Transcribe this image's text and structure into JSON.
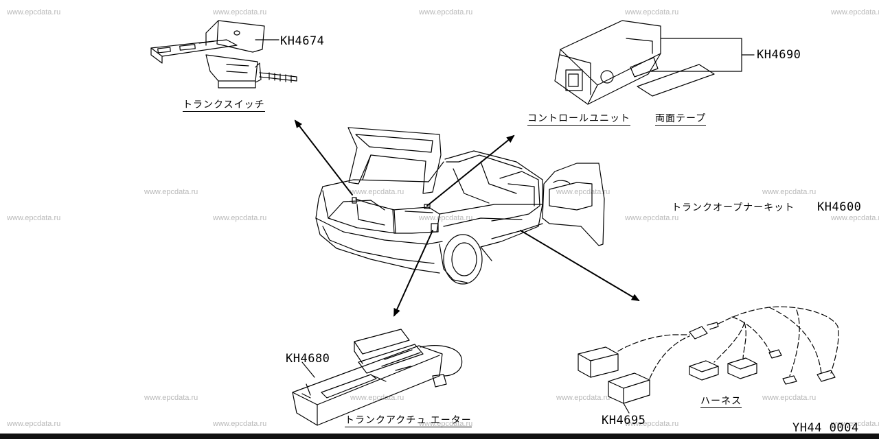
{
  "watermark": "www.epcdata.ru",
  "parts": {
    "trunk_switch": {
      "code": "KH4674",
      "name": "トランクスイッチ"
    },
    "control_unit": {
      "code": "KH4690",
      "name": "コントロールユニット",
      "tape": "両面テープ"
    },
    "kit": {
      "name": "トランクオープナーキット",
      "code": "KH4600"
    },
    "actuator": {
      "code": "KH4680",
      "name": "トランクアクチュ エーター"
    },
    "harness": {
      "code": "KH4695",
      "name": "ハーネス"
    }
  },
  "figure_id": "YH44 0004"
}
